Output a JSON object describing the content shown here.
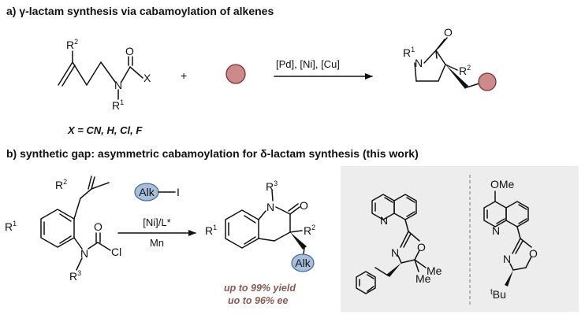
{
  "panel_a": {
    "title": "a) γ-lactam synthesis via cabamoylation of alkenes",
    "substituent_r2": "R2",
    "atom_o": "O",
    "atom_n": "N",
    "atom_x": "X",
    "substituent_r1": "R1",
    "plus": "+",
    "conditions": "[Pd], [Ni], [Cu]",
    "x_definition": "X = CN, H, Cl, F",
    "product_r1": "R1",
    "product_n": "N",
    "product_o": "O",
    "product_r2": "R2"
  },
  "panel_b": {
    "title": "b) synthetic gap: asymmetric cabamoylation for δ-lactam synthesis (this work)",
    "reagent_alk": "Alk",
    "reagent_i": "I",
    "conditions_top": "[Ni]/L*",
    "conditions_bottom": "Mn",
    "sm_r1": "R1",
    "sm_r2": "R2",
    "sm_n": "N",
    "sm_o": "O",
    "sm_cl": "Cl",
    "sm_r3": "R3",
    "prod_r1": "R1",
    "prod_r3": "R3",
    "prod_n": "N",
    "prod_o": "O",
    "prod_r2": "R2",
    "prod_alk": "Alk",
    "yield_line": "up to 99% yield",
    "ee_line": "uo to 96% ee"
  },
  "ligands": {
    "l1_n_quinoline": "N",
    "l1_n_oxazoline": "N",
    "l1_o": "O",
    "l1_me_upper": "Me",
    "l1_me_lower": "Me",
    "l2_ome": "OMe",
    "l2_n_quinoline": "N",
    "l2_n_oxazoline": "N",
    "l2_o": "O",
    "l2_tbu": "tBu"
  },
  "colors": {
    "circle_fill": "#cd8a8a",
    "circle_stroke": "#7a3333",
    "alk_fill": "#a8bfdc",
    "alk_stroke": "#4d6d96",
    "ligand_box": "#ededed",
    "yield_text": "#8a5a52"
  }
}
